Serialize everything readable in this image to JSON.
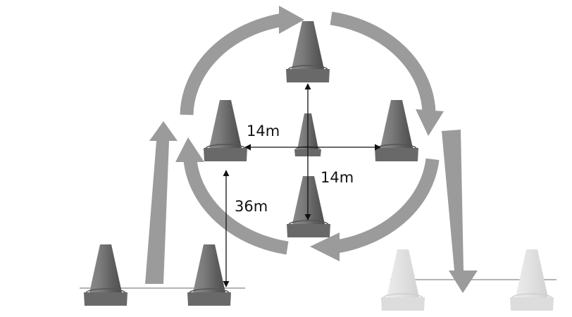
{
  "labels": {
    "horizontal_distance": "14m",
    "vertical_distance": "14m",
    "start_distance": "36m"
  },
  "colors": {
    "background": "#ffffff",
    "path_arrow": "#9b9b9b",
    "cone_dark": "#707070",
    "cone_light": "#e2e2e2",
    "measure_line": "#111111",
    "ground_line": "#888888"
  },
  "icons": {
    "cone": "traffic-cone-icon",
    "path": "curved-arrow"
  }
}
